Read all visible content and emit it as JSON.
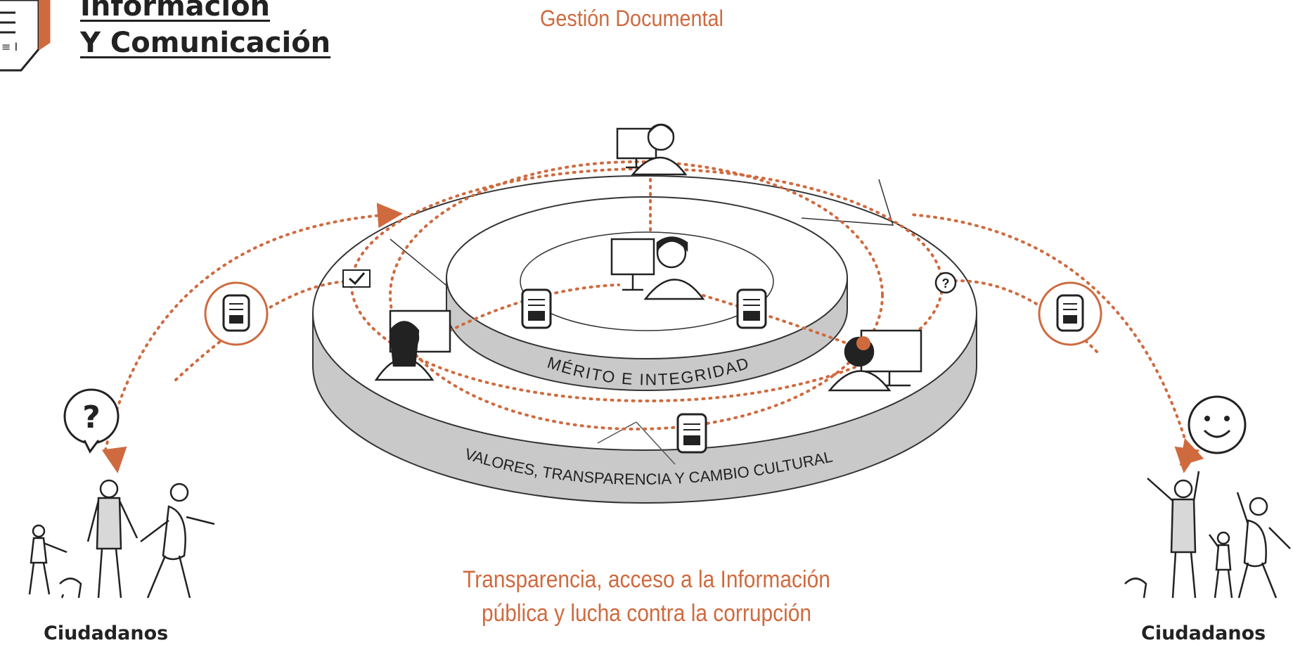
{
  "header": {
    "title_line1": "Información",
    "title_line2": "Y Comunicación",
    "subtitle": "Gestión Documental"
  },
  "rings": {
    "inner_label": "MÉRITO   E   INTEGRIDAD",
    "outer_label": "VALORES, TRANSPARENCIA Y CAMBIO CULTURAL"
  },
  "footer": {
    "line1": "Transparencia, acceso a la Información",
    "line2": "pública y lucha contra la corrupción"
  },
  "citizens": {
    "left_label": "Ciudadanos",
    "right_label": "Ciudadanos"
  },
  "icons": {
    "question_mark": "?"
  },
  "colors": {
    "accent": "#cf6a3f",
    "ring_side": "#c9c9c9",
    "line": "#222222"
  }
}
